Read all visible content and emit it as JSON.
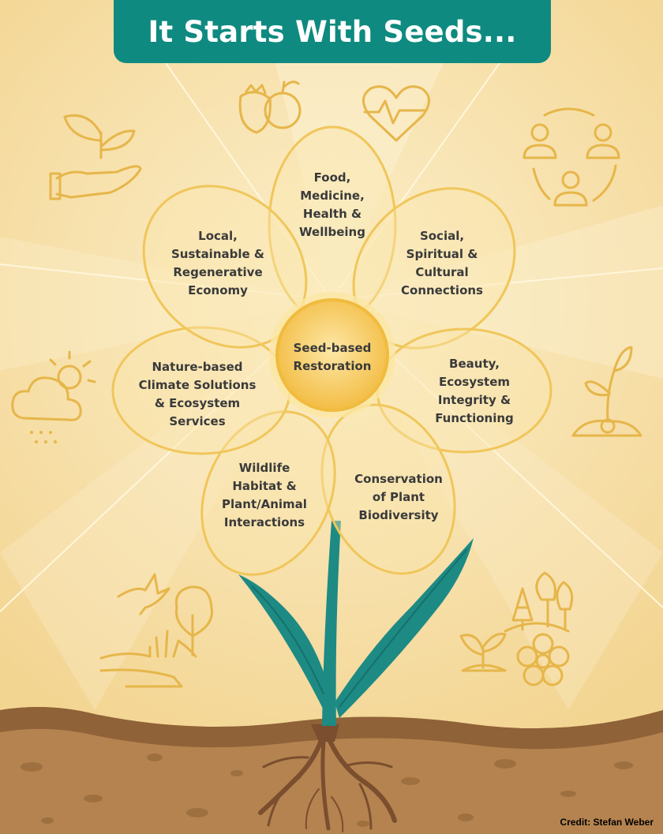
{
  "title": "It Starts With Seeds...",
  "center": "Seed-based\nRestoration",
  "petals": [
    "Food,\nMedicine,\nHealth &\nWellbeing",
    "Social,\nSpiritual &\nCultural\nConnections",
    "Beauty,\nEcosystem\nIntegrity &\nFunctioning",
    "Conservation\nof Plant\nBiodiversity",
    "Wildlife\nHabitat &\nPlant/Animal\nInteractions",
    "Nature-based\nClimate Solutions\n& Ecosystem\nServices",
    "Local,\nSustainable &\nRegenerative\nEconomy"
  ],
  "credit": "Credit: Stefan Weber",
  "colors": {
    "banner": "#0f8a80",
    "background": "#f6dfa6",
    "petal_outline": "#f0c65a",
    "center": "#f6c64c",
    "stem": "#1e8a84",
    "soil": "#b07f4c",
    "roots": "#7a4e2e",
    "icon": "#e6b64a"
  },
  "icons": [
    "strawberry-apple-icon",
    "heart-pulse-icon",
    "community-people-icon",
    "sprout-hand-icon",
    "cloud-sun-rain-icon",
    "seedling-soil-icon",
    "bird-landscape-icon",
    "forest-flower-icon"
  ]
}
